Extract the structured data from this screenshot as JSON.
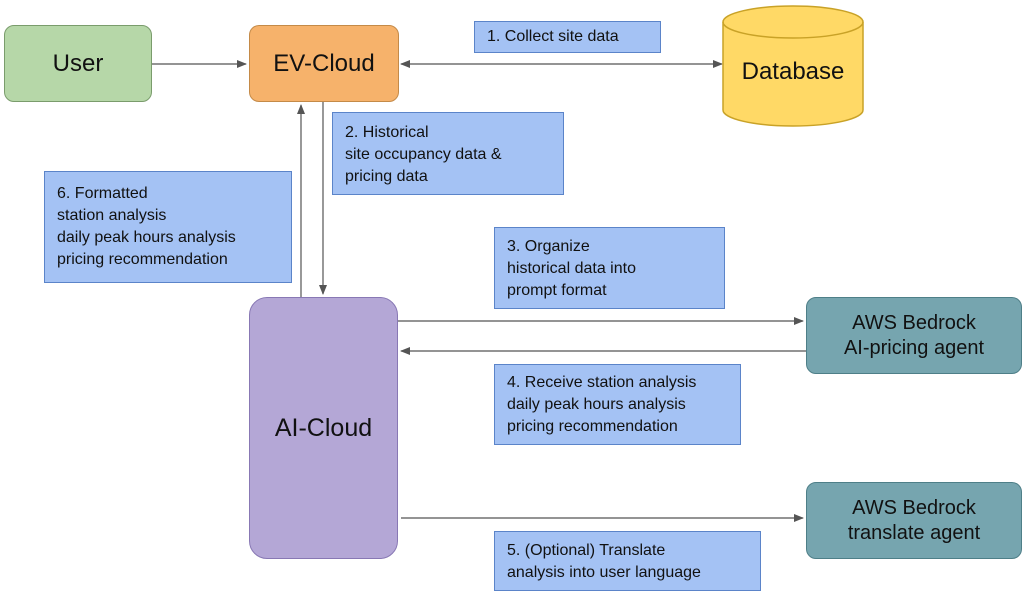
{
  "nodes": {
    "user": "User",
    "ev_cloud": "EV-Cloud",
    "database": "Database",
    "ai_cloud": "AI-Cloud",
    "bedrock_pricing": [
      "AWS Bedrock",
      "AI-pricing agent"
    ],
    "bedrock_translate": [
      "AWS Bedrock",
      "translate agent"
    ]
  },
  "notes": {
    "step1": [
      "1. Collect site data"
    ],
    "step2": [
      "2. Historical",
      "site occupancy data &",
      "pricing data"
    ],
    "step3": [
      "3. Organize",
      "historical data into",
      "prompt format"
    ],
    "step4": [
      "4. Receive station analysis",
      "daily peak hours analysis",
      "pricing recommendation"
    ],
    "step5": [
      "5. (Optional) Translate",
      "analysis into user language"
    ],
    "step6": [
      "6. Formatted",
      "station analysis",
      "daily peak hours analysis",
      "pricing recommendation"
    ]
  },
  "colors": {
    "user_fill": "#b6d7a8",
    "ev_cloud_fill": "#f6b26b",
    "database_fill": "#ffd966",
    "ai_cloud_fill": "#b4a7d6",
    "bedrock_fill": "#76a5af",
    "note_fill": "#a4c2f4",
    "arrow": "#555555"
  }
}
